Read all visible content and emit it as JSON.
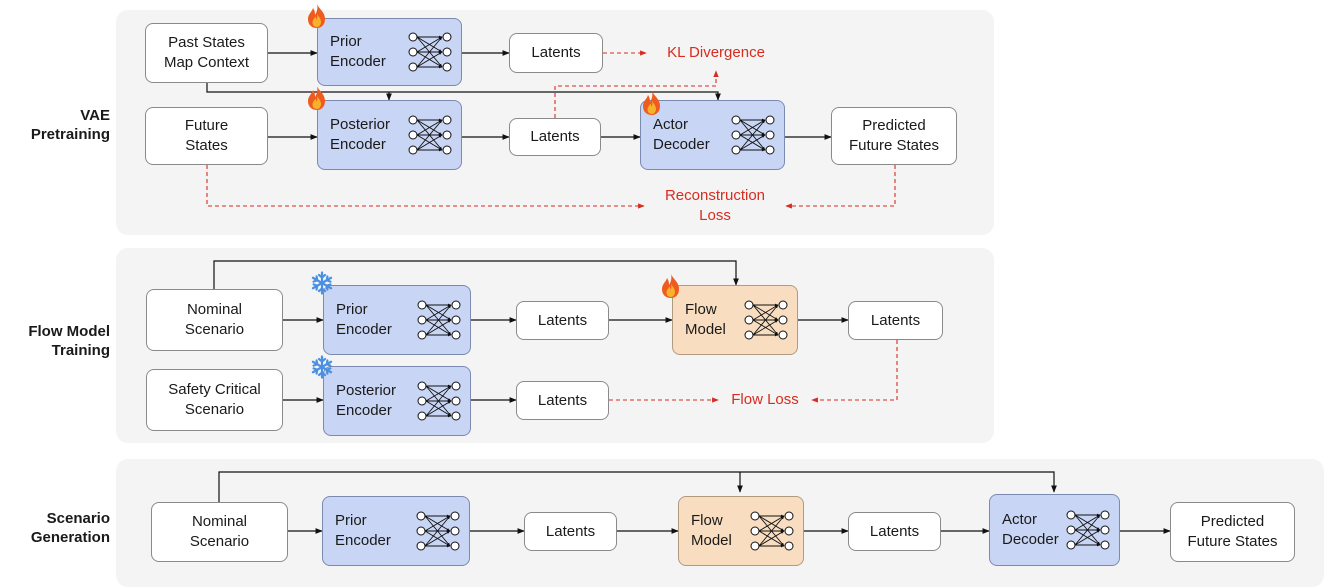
{
  "pretraining": {
    "stage_label": "VAE\nPretraining",
    "past_states": "Past States\nMap Context",
    "prior_encoder": "Prior\nEncoder",
    "latents_prior": "Latents",
    "kl_divergence": "KL Divergence",
    "future_states": "Future\nStates",
    "posterior_encoder": "Posterior\nEncoder",
    "latents_posterior": "Latents",
    "actor_decoder": "Actor\nDecoder",
    "predicted_future": "Predicted\nFuture States",
    "reconstruction_loss": "Reconstruction\nLoss"
  },
  "flow_training": {
    "stage_label": "Flow Model\nTraining",
    "nominal_scenario": "Nominal\nScenario",
    "prior_encoder": "Prior\nEncoder",
    "latents_prior": "Latents",
    "flow_model": "Flow\nModel",
    "latents_flow": "Latents",
    "safety_scenario": "Safety Critical\nScenario",
    "posterior_encoder": "Posterior\nEncoder",
    "latents_posterior": "Latents",
    "flow_loss": "Flow Loss"
  },
  "generation": {
    "stage_label": "Scenario\nGeneration",
    "nominal_scenario": "Nominal\nScenario",
    "prior_encoder": "Prior\nEncoder",
    "latents_prior": "Latents",
    "flow_model": "Flow\nModel",
    "latents_flow": "Latents",
    "actor_decoder": "Actor\nDecoder",
    "predicted_future": "Predicted\nFuture States"
  },
  "colors": {
    "encoder_fill": "#c8d5f4",
    "flow_fill": "#f8ddc0",
    "loss_red": "#d62d20",
    "panel_bg": "#f4f4f4",
    "trainable_icon": "fire-icon",
    "frozen_icon": "snowflake-icon"
  }
}
